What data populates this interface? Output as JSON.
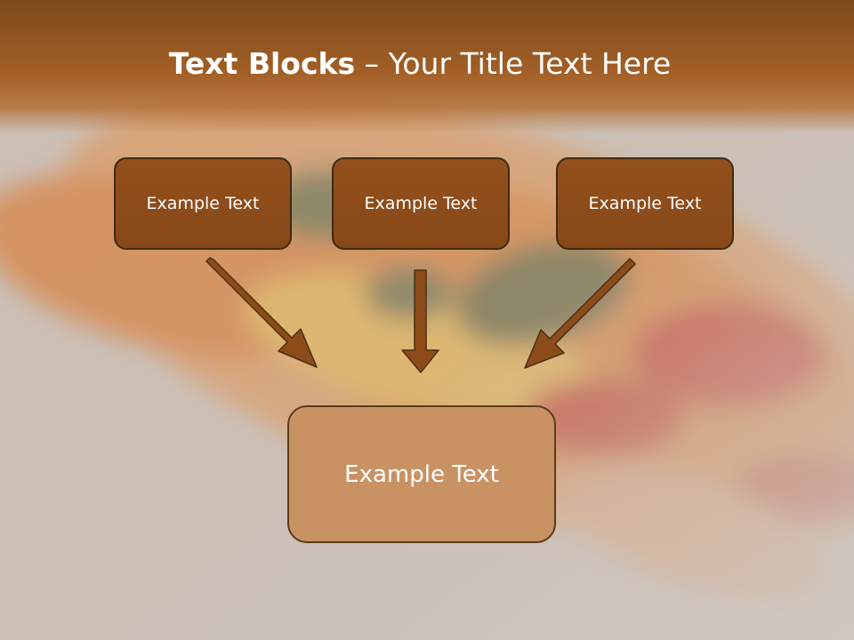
{
  "title": {
    "bold": "Text Blocks",
    "rest": " – Your Title Text Here"
  },
  "boxes": {
    "top": [
      {
        "label": "Example Text"
      },
      {
        "label": "Example Text"
      },
      {
        "label": "Example Text"
      }
    ],
    "bottom": {
      "label": "Example Text"
    }
  },
  "colors": {
    "header": "#8f5220",
    "box_fill": "#8c4c1a",
    "box_border": "#3f2a12",
    "bottom_box_fill": "#c99263",
    "arrow": "#8c4c1a"
  }
}
